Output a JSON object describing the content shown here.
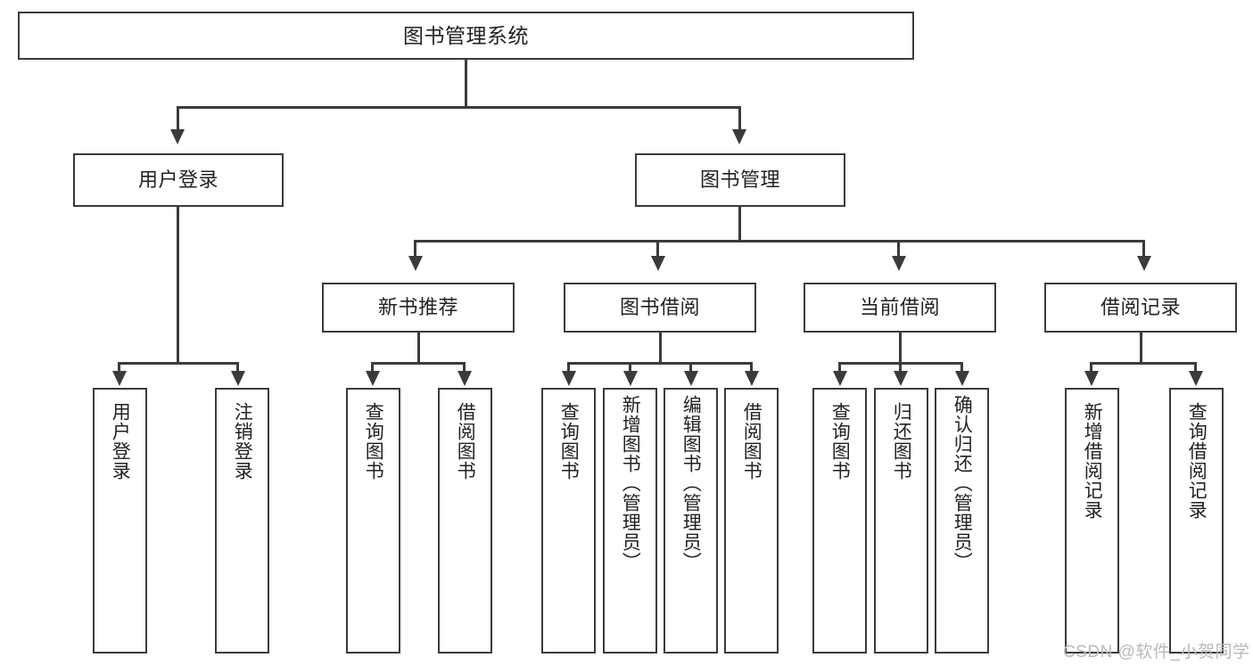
{
  "diagram": {
    "title": "图书管理系统",
    "type": "tree-hierarchy-chart",
    "root": {
      "label": "图书管理系统"
    },
    "level1": [
      {
        "label": "用户登录"
      },
      {
        "label": "图书管理"
      }
    ],
    "level2": [
      {
        "label": "新书推荐"
      },
      {
        "label": "图书借阅"
      },
      {
        "label": "当前借阅"
      },
      {
        "label": "借阅记录"
      }
    ],
    "leaves": {
      "user_login": [
        {
          "label": "用户登录"
        },
        {
          "label": "注销登录"
        }
      ],
      "new_book": [
        {
          "label": "查询图书"
        },
        {
          "label": "借阅图书"
        }
      ],
      "book_borrow": [
        {
          "label": "查询图书"
        },
        {
          "label": "新增图书（管理员）"
        },
        {
          "label": "编辑图书（管理员）"
        },
        {
          "label": "借阅图书"
        }
      ],
      "current_borrow": [
        {
          "label": "查询图书"
        },
        {
          "label": "归还图书"
        },
        {
          "label": "确认归还（管理员）"
        }
      ],
      "borrow_record": [
        {
          "label": "新增借阅记录"
        },
        {
          "label": "查询借阅记录"
        }
      ]
    }
  },
  "watermark": {
    "text": "CSDN @软件_小贺同学"
  },
  "colors": {
    "stroke": "#3b3b3b",
    "fill": "#ffffff",
    "text": "#222222",
    "watermark": "#b9b9b9"
  }
}
